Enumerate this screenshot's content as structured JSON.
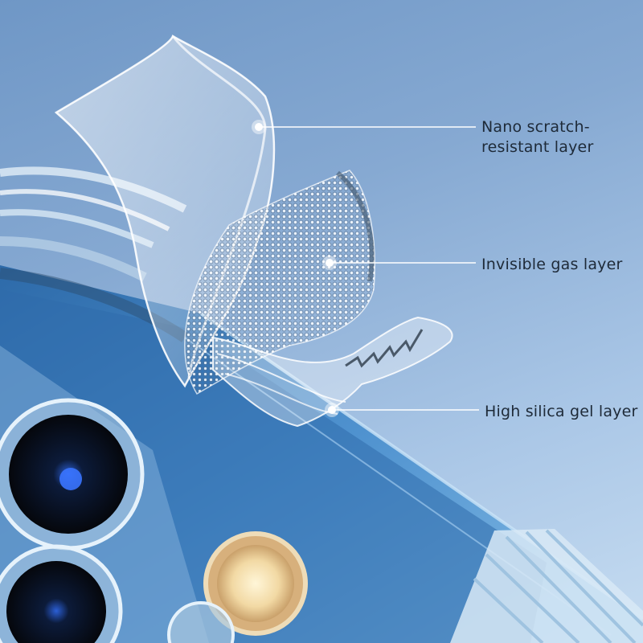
{
  "callouts": [
    {
      "lines": [
        "Nano scratch-",
        "resistant layer"
      ]
    },
    {
      "lines": [
        "Invisible gas layer"
      ]
    },
    {
      "lines": [
        "High silica gel layer"
      ]
    }
  ],
  "colors": {
    "background_top": "#6f97c6",
    "background_bottom": "#c6dcf1",
    "phone_blue": "#3f7fbf",
    "label_text": "#1e2a38",
    "callout_line": "#ffffff"
  }
}
